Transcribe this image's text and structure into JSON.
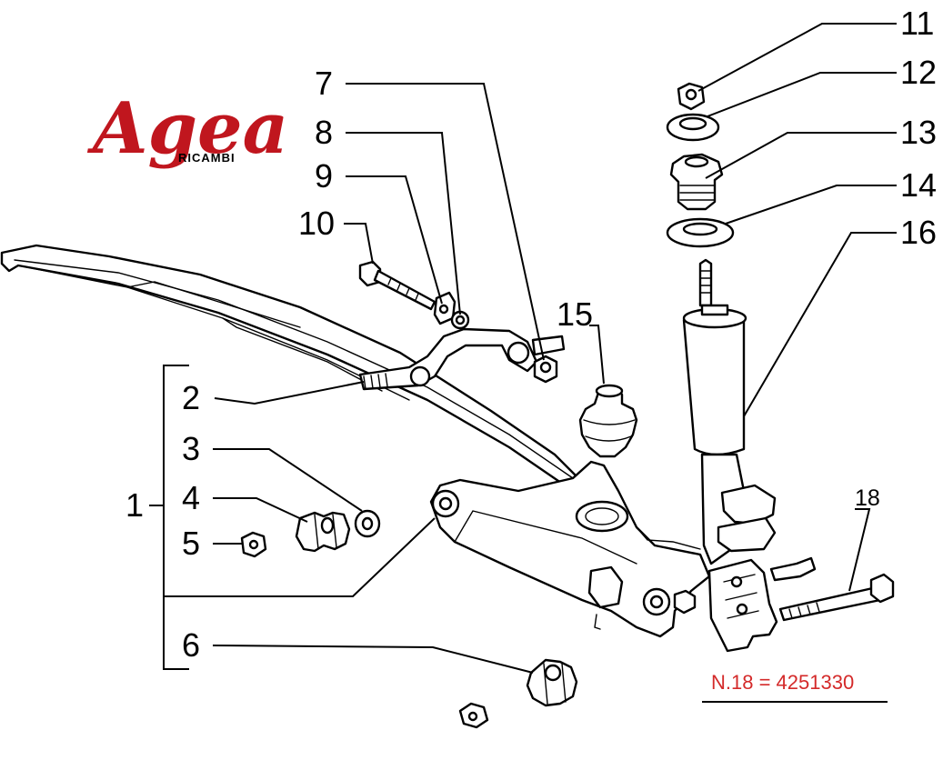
{
  "logo": {
    "brand": "Agea",
    "subtitle": "RICAMBI",
    "color": "#c0161e"
  },
  "callouts": {
    "n1": "1",
    "n2": "2",
    "n3": "3",
    "n4": "4",
    "n5": "5",
    "n6": "6",
    "n7": "7",
    "n8": "8",
    "n9": "9",
    "n10": "10",
    "n11": "11",
    "n12": "12",
    "n13": "13",
    "n14": "14",
    "n15": "15",
    "n16": "16",
    "n18": "18"
  },
  "note": {
    "text": "N.18 = 4251330",
    "color": "#d42a2a"
  }
}
